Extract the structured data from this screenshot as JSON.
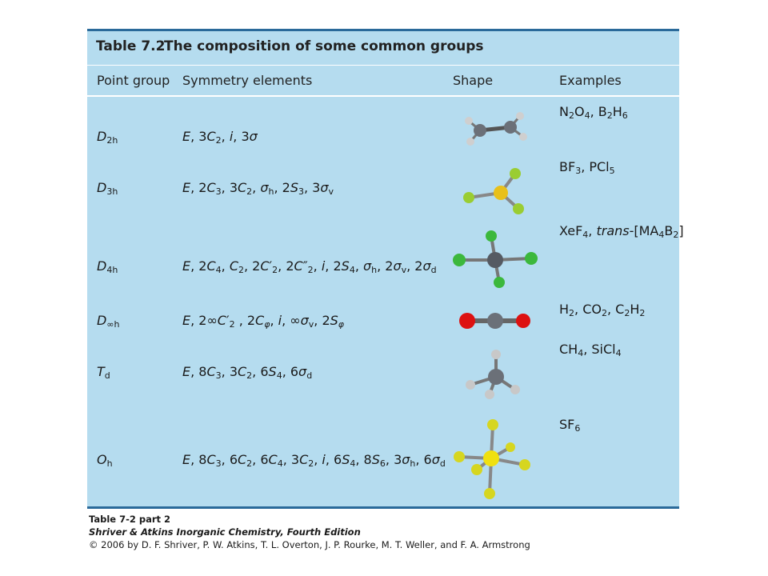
{
  "title": {
    "number": "Table 7.2",
    "text": "The composition of some common groups"
  },
  "headers": {
    "point_group": "Point group",
    "symmetry": "Symmetry elements",
    "shape": "Shape",
    "examples": "Examples"
  },
  "rows": [
    {
      "pg": "D",
      "pg_sub": "2h",
      "sym": "E, 3C₂, i, 3σ",
      "ex": "N₂O₄, B₂H₆",
      "mol": "ethene-molecule"
    },
    {
      "pg": "D",
      "pg_sub": "3h",
      "sym": "E, 2C₃, 3C₂, σh, 2S₃, 3σv",
      "ex": "BF₃, PCl₅",
      "mol": "trigonal-planar-molecule"
    },
    {
      "pg": "D",
      "pg_sub": "4h",
      "sym": "E, 2C₄, C₂, 2C₂′, 2C₂″, i, 2S₄, σh, 2σv, 2σd",
      "ex": "XeF₄, trans-[MA₄B₂]",
      "mol": "square-planar-molecule"
    },
    {
      "pg": "D",
      "pg_sub": "∞h",
      "sym": "E, 2∞C₂′ , 2Cφ, i, ∞σv, 2Sφ",
      "ex": "H₂, CO₂, C₂H₂",
      "mol": "linear-molecule"
    },
    {
      "pg": "T",
      "pg_sub": "d",
      "sym": "E, 8C₃, 3C₂, 6S₄, 6σd",
      "ex": "CH₄, SiCl₄",
      "mol": "tetrahedral-molecule"
    },
    {
      "pg": "O",
      "pg_sub": "h",
      "sym": "E, 8C₃, 6C₂, 6C₄, 3C₂, i, 6S₄, 8S₆, 3σh, 6σd",
      "ex": "SF₆",
      "mol": "octahedral-molecule"
    }
  ],
  "caption": {
    "line1": "Table 7-2 part 2",
    "line2": "Shriver & Atkins Inorganic Chemistry, Fourth Edition",
    "line3": "© 2006 by D. F. Shriver, P. W. Atkins, T. L. Overton, J. P. Rourke, M. T. Weller, and F. A. Armstrong"
  },
  "colors": {
    "panel": "#b5dcef",
    "rule": "#2a6a9a",
    "carbon": "#6b7078",
    "hydrogen": "#c8c8c8",
    "fluorine": "#9acd32",
    "sulfur": "#e8d81a",
    "chlorine": "#3cb83c",
    "oxygen": "#dd1111"
  }
}
